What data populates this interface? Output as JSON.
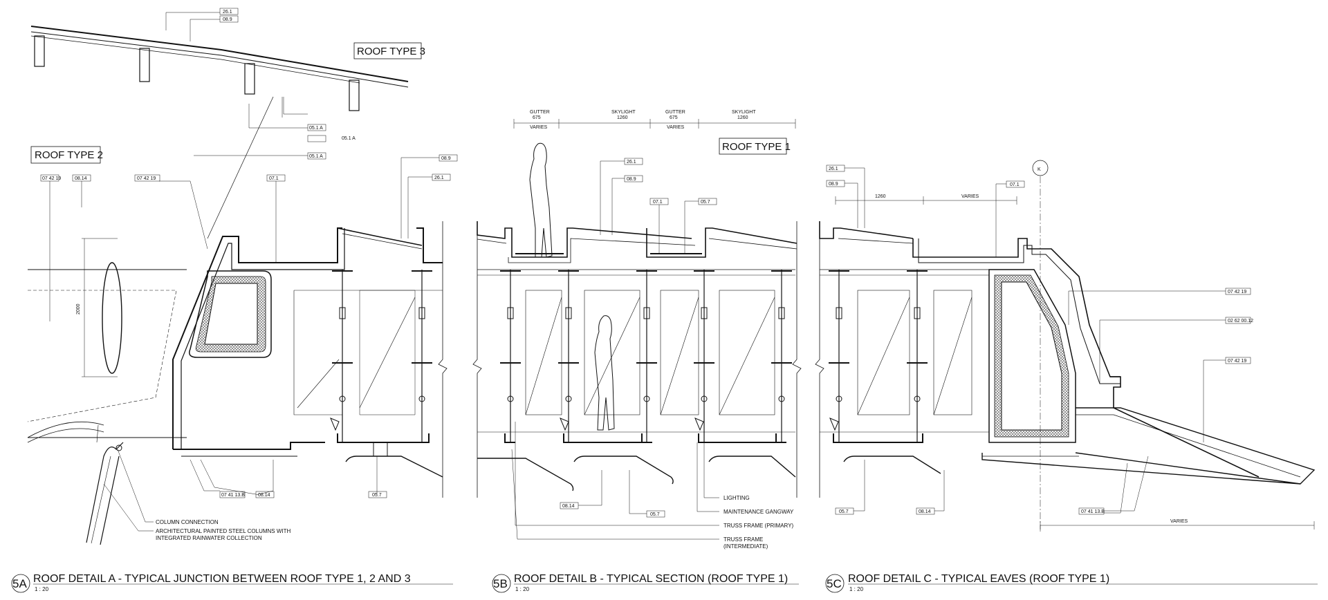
{
  "roof_types": {
    "type1": "ROOF TYPE 1",
    "type2": "ROOF TYPE 2",
    "type3": "ROOF TYPE 3"
  },
  "details": {
    "a": {
      "number": "5A",
      "title": "ROOF DETAIL A - TYPICAL JUNCTION BETWEEN ROOF TYPE 1, 2 AND 3",
      "scale": "1 : 20"
    },
    "b": {
      "number": "5B",
      "title": "ROOF DETAIL B - TYPICAL SECTION (ROOF TYPE 1)",
      "scale": "1 : 20"
    },
    "c": {
      "number": "5C",
      "title": "ROOF DETAIL C - TYPICAL EAVES (ROOF TYPE 1)",
      "scale": "1 : 20"
    }
  },
  "tags_a": {
    "t26_1": "26.1",
    "t08_9": "08.9",
    "t05_1a_1": "05.1 A",
    "t05_1a_2": "05.1 A",
    "t05_1a_3": "05.1 A",
    "t074219_1": "07 42 19",
    "t08_14": "08.14",
    "t074219_2": "07 42 19",
    "t07_1": "07.1",
    "t08_9b": "08.9",
    "t26_1b": "26.1",
    "dim_2000": "2000",
    "t07413b": "07 41 13.B",
    "t08_14b": "08.14",
    "t05_7": "05.7"
  },
  "notes_a": {
    "column_connection": "COLUMN CONNECTION",
    "columns_line1": "ARCHITECTURAL PAINTED STEEL COLUMNS WITH",
    "columns_line2": "INTEGRATED RAINWATER COLLECTION"
  },
  "dims_b": {
    "gutter1": "GUTTER",
    "gutter1_val": "675",
    "varies1": "VARIES",
    "skylight1": "SKYLIGHT",
    "skylight1_val": "1260",
    "gutter2": "GUTTER",
    "gutter2_val": "675",
    "varies2": "VARIES",
    "skylight2": "SKYLIGHT",
    "skylight2_val": "1260"
  },
  "tags_b": {
    "t26_1": "26.1",
    "t08_9": "08.9",
    "t07_1": "07.1",
    "t05_7": "05.7",
    "t08_14": "08.14",
    "t05_7b": "05.7"
  },
  "notes_b": {
    "lighting": "LIGHTING",
    "gangway": "MAINTENANCE GANGWAY",
    "truss_primary": "TRUSS FRAME (PRIMARY)",
    "truss_intermediate_1": "TRUSS FRAME",
    "truss_intermediate_2": "(INTERMEDIATE)"
  },
  "tags_c": {
    "t26_1": "26.1",
    "t08_9": "08.9",
    "dim_1260": "1260",
    "dim_varies": "VARIES",
    "t07_1": "07.1",
    "grid_k": "K",
    "t074219_1": "07 42 19",
    "t026200": "02 62 00.12",
    "t074219_2": "07 42 19",
    "t05_7": "05.7",
    "t08_14": "08.14",
    "t07413b": "07 41 13.B",
    "dim_varies_bottom": "VARIES"
  }
}
